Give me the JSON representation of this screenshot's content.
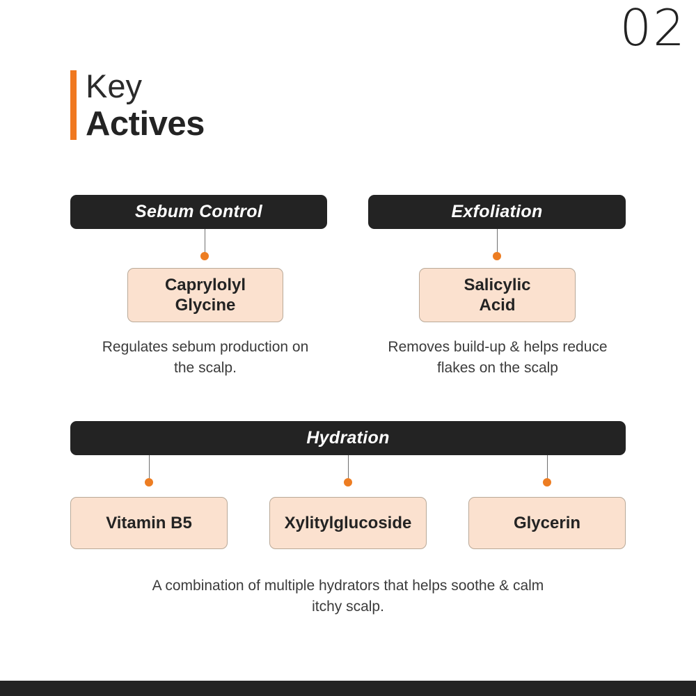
{
  "slide": {
    "page_number": "02",
    "title_line1": "Key",
    "title_line2": "Actives",
    "accent_color": "#F07820",
    "dark_color": "#232323",
    "box_fill_color": "#FBE1CF",
    "background_color": "#FFFFFF"
  },
  "groups": [
    {
      "category": "Sebum Control",
      "ingredients": [
        {
          "name": "Caprylolyl\nGlycine",
          "line1": "Caprylolyl",
          "line2": "Glycine"
        }
      ],
      "description": "Regulates sebum production on the scalp."
    },
    {
      "category": "Exfoliation",
      "ingredients": [
        {
          "name": "Salicylic Acid",
          "line1": "Salicylic",
          "line2": "Acid"
        }
      ],
      "description": "Removes build-up & helps reduce flakes on the scalp"
    },
    {
      "category": "Hydration",
      "ingredients": [
        {
          "name": "Vitamin B5"
        },
        {
          "name": "Xylitylglucoside"
        },
        {
          "name": "Glycerin"
        }
      ],
      "description": "A combination of multiple hydrators that helps soothe & calm itchy scalp."
    }
  ]
}
